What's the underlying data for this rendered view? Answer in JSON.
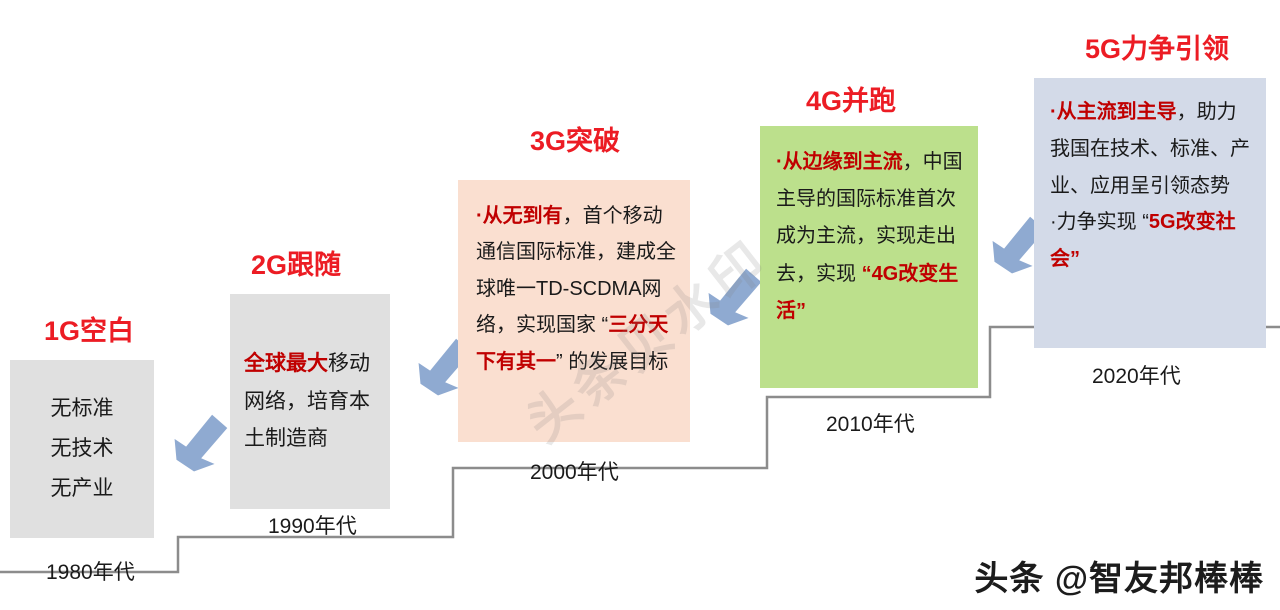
{
  "slide": {
    "background_color": "#ffffff",
    "title_color": "#ec1c24",
    "highlight_color": "#c00000",
    "arrow_color": "#8faad1",
    "stair_color": "#8c8c8c"
  },
  "generations": [
    {
      "title": "1G空白",
      "era": "1980年代",
      "box_color": "#e0e0e0",
      "lines": [
        {
          "text": "无标准",
          "highlight": false
        },
        {
          "text": "无技术",
          "highlight": false
        },
        {
          "text": "无产业",
          "highlight": false
        }
      ]
    },
    {
      "title": "2G跟随",
      "era": "1990年代",
      "box_color": "#e0e0e0",
      "segments": [
        {
          "text": "全球最大",
          "highlight": true
        },
        {
          "text": "移动网络，培育本土制造商",
          "highlight": false
        }
      ]
    },
    {
      "title": "3G突破",
      "era": "2000年代",
      "box_color": "#fadfd0",
      "segments": [
        {
          "text": "·从无到有",
          "highlight": true
        },
        {
          "text": "，首个移动通信国际标准，建成全球唯一TD-SCDMA网络，实现国家 “",
          "highlight": false
        },
        {
          "text": "三分天下有其一",
          "highlight": true
        },
        {
          "text": "” 的发展目标",
          "highlight": false
        }
      ]
    },
    {
      "title": "4G并跑",
      "era": "2010年代",
      "box_color": "#bce08c",
      "segments": [
        {
          "text": "·从边缘到主流",
          "highlight": true
        },
        {
          "text": "，中国主导的国际标准首次成为主流，实现走出去，实现 ",
          "highlight": false
        },
        {
          "text": "“4G改变生活”",
          "highlight": true
        }
      ]
    },
    {
      "title": "5G力争引领",
      "era": "2020年代",
      "box_color": "#d3dae8",
      "segments": [
        {
          "text": "·从主流到主导",
          "highlight": true
        },
        {
          "text": "，助力我国在技术、标准、产业、应用呈引领态势",
          "highlight": false
        },
        {
          "text": "·力争实现 “",
          "highlight": false,
          "newline": true
        },
        {
          "text": "5G改变社会",
          "highlight": true
        },
        {
          "text": "”",
          "highlight": false
        }
      ]
    }
  ],
  "arrows": [
    {
      "name": "arrow-1g-to-2g"
    },
    {
      "name": "arrow-2g-to-3g"
    },
    {
      "name": "arrow-3g-to-4g"
    },
    {
      "name": "arrow-4g-to-5g"
    }
  ],
  "watermarks": {
    "diagonal": "头条贝水印",
    "corner": "头条 @智友邦棒棒"
  }
}
